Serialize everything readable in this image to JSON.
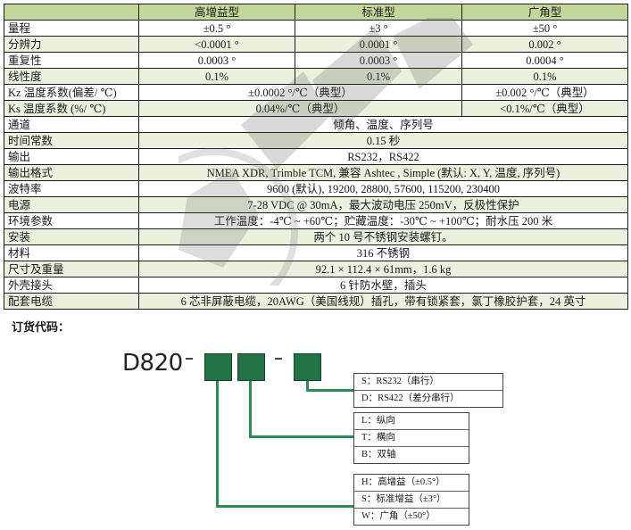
{
  "spec_table": {
    "header": [
      "",
      "高增益型",
      "标准型",
      "广角型"
    ],
    "rows": [
      {
        "label": "量程",
        "cells": [
          "±0.5 °",
          "±3 °",
          "±50 °"
        ]
      },
      {
        "label": "分辨力",
        "cells": [
          "<0.0001 °",
          "0.0001 °",
          "0.002 °"
        ]
      },
      {
        "label": "重复性",
        "cells": [
          "0.0003 °",
          "0.0003 °",
          "0.0004 °"
        ]
      },
      {
        "label": "线性度",
        "cells": [
          "0.1%",
          "0.1%",
          "0.1%"
        ]
      },
      {
        "label": "Kz 温度系数(偏差/ ℃)",
        "cells": [
          "±0.0002 °/℃（典型）",
          "±0.002 °/℃（典型）"
        ]
      },
      {
        "label": "Ks 温度系数 (%/ ℃)",
        "cells": [
          "0.04%/℃（典型）",
          "<0.1%/℃（典型）"
        ]
      },
      {
        "label": "通道",
        "cells": [
          "倾角、温度、序列号"
        ]
      },
      {
        "label": "时间常数",
        "cells": [
          "0.15 秒"
        ]
      },
      {
        "label": "输出",
        "cells": [
          "RS232，RS422"
        ]
      },
      {
        "label": "输出格式",
        "cells": [
          "NMEA XDR, Trimble TCM, 兼容 Ashtec , Simple (默认: X, Y, 温度, 序列号)"
        ]
      },
      {
        "label": "波特率",
        "cells": [
          "9600 (默认), 19200, 28800, 57600, 115200, 230400"
        ]
      },
      {
        "label": "电源",
        "cells": [
          "7-28 VDC @ 30mA，最大波动电压 250mV，反极性保护"
        ]
      },
      {
        "label": "环境参数",
        "cells": [
          "工作温度：-4℃ ~ +60℃；贮藏温度：-30℃ ~ +100℃；耐水压 200 米"
        ]
      },
      {
        "label": "安装",
        "cells": [
          "两个 10 号不锈钢安装螺钉。"
        ]
      },
      {
        "label": "材料",
        "cells": [
          "316 不锈钢"
        ]
      },
      {
        "label": "尺寸及重量",
        "cells": [
          "92.1 × 112.4 × 61mm，1.6 kg"
        ]
      },
      {
        "label": "外壳接头",
        "cells": [
          "6 针防水壁，插头"
        ]
      },
      {
        "label": "配套电缆",
        "cells": [
          "6 芯非屏蔽电缆，20AWG（美国线规）插孔，带有锁紧套，氯丁橡胶护套，24 英寸"
        ]
      }
    ]
  },
  "ordering": {
    "title": "订货代码：",
    "model": "D820",
    "separator": "–",
    "groups": [
      {
        "name": "interface",
        "options": [
          "S：RS232（串行）",
          "D：RS422（差分串行）"
        ]
      },
      {
        "name": "axis",
        "options": [
          "L：纵向",
          "T：横向",
          "B：双轴"
        ]
      },
      {
        "name": "range",
        "options": [
          "H：高增益（±0.5°）",
          "S：标准增益（±3°）",
          "W：广角（±50°）"
        ]
      }
    ]
  },
  "colors": {
    "header_bg": "#c3d69b",
    "stripe_bg": "#ebf1de",
    "code_box": "#217346",
    "connector": "#2e8b57"
  }
}
